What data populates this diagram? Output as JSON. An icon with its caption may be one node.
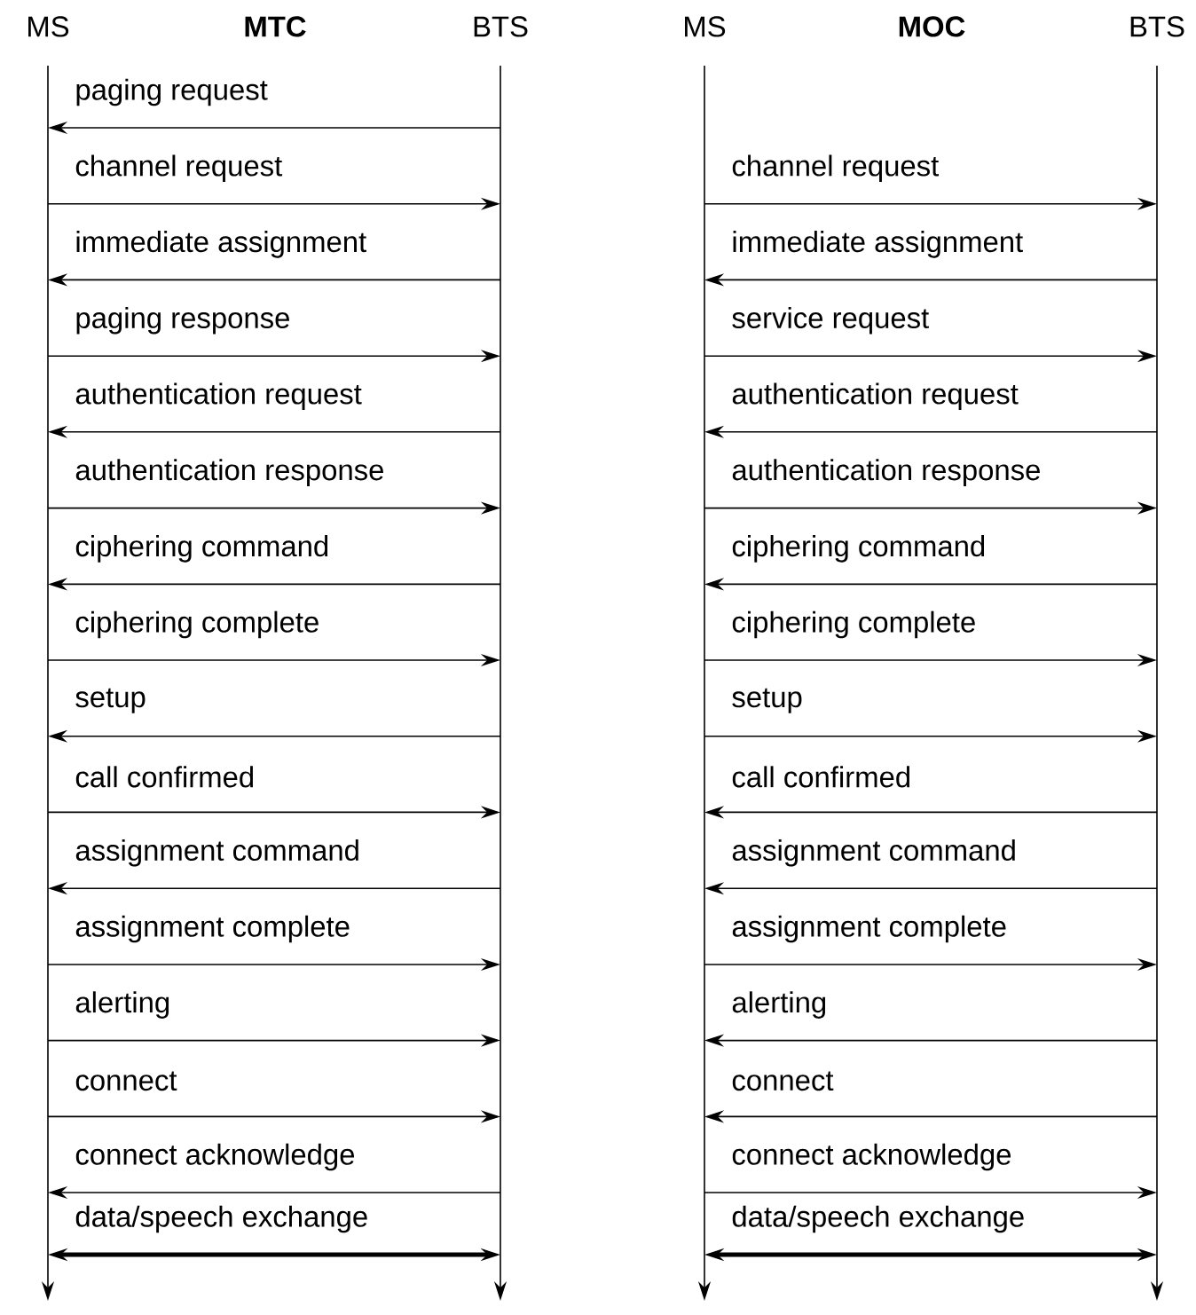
{
  "diagram": {
    "nodes": [
      {
        "text": [
          "MS"
        ]
      },
      {
        "text": [
          "BTS"
        ]
      },
      {
        "text": [
          "MS"
        ]
      },
      {
        "text": [
          "BTS"
        ]
      }
    ],
    "edges": [
      {
        "from": 1,
        "to": 0,
        "arrow": "to",
        "label": "paging request"
      },
      {
        "from": 0,
        "to": 1,
        "arrow": "to",
        "label": "channel request"
      },
      {
        "from": 1,
        "to": 0,
        "arrow": "to",
        "label": "immediate assignment"
      },
      {
        "from": 0,
        "to": 1,
        "arrow": "to",
        "label": "paging response"
      },
      {
        "from": 1,
        "to": 0,
        "arrow": "to",
        "label": "authentication request"
      },
      {
        "from": 0,
        "to": 1,
        "arrow": "to",
        "label": "authentication response"
      },
      {
        "from": 1,
        "to": 0,
        "arrow": "to",
        "label": "ciphering command"
      },
      {
        "from": 0,
        "to": 1,
        "arrow": "to",
        "label": "ciphering complete"
      },
      {
        "from": 1,
        "to": 0,
        "arrow": "to",
        "label": "setup"
      },
      {
        "from": 0,
        "to": 1,
        "arrow": "to",
        "label": "call confirmed"
      },
      {
        "from": 1,
        "to": 0,
        "arrow": "to",
        "label": "assignment command"
      },
      {
        "from": 0,
        "to": 1,
        "arrow": "to",
        "label": "assignment complete"
      },
      {
        "from": 0,
        "to": 1,
        "arrow": "to",
        "label": "alerting"
      },
      {
        "from": 0,
        "to": 1,
        "arrow": "to",
        "label": "connect"
      },
      {
        "from": 1,
        "to": 0,
        "arrow": "to",
        "label": "connect acknowledge"
      },
      {
        "from": 0,
        "to": 1,
        "arrow": "both",
        "label": "data/speech exchange",
        "style": "thick"
      },
      {
        "from": 2,
        "to": 3,
        "arrow": "to",
        "label": "channel request"
      },
      {
        "from": 3,
        "to": 2,
        "arrow": "to",
        "label": "immediate assignment"
      },
      {
        "from": 2,
        "to": 3,
        "arrow": "to",
        "label": "service request"
      },
      {
        "from": 3,
        "to": 2,
        "arrow": "to",
        "label": "authentication request"
      },
      {
        "from": 2,
        "to": 3,
        "arrow": "to",
        "label": "authentication response"
      },
      {
        "from": 3,
        "to": 2,
        "arrow": "to",
        "label": "ciphering command"
      },
      {
        "from": 2,
        "to": 3,
        "arrow": "to",
        "label": "ciphering complete"
      },
      {
        "from": 2,
        "to": 3,
        "arrow": "to",
        "label": "setup"
      },
      {
        "from": 3,
        "to": 2,
        "arrow": "to",
        "label": "call confirmed"
      },
      {
        "from": 3,
        "to": 2,
        "arrow": "to",
        "label": "assignment command"
      },
      {
        "from": 2,
        "to": 3,
        "arrow": "to",
        "label": "assignment complete"
      },
      {
        "from": 3,
        "to": 2,
        "arrow": "to",
        "label": "alerting"
      },
      {
        "from": 3,
        "to": 2,
        "arrow": "to",
        "label": "connect"
      },
      {
        "from": 2,
        "to": 3,
        "arrow": "to",
        "label": "connect acknowledge"
      },
      {
        "from": 2,
        "to": 3,
        "arrow": "both",
        "label": "data/speech exchange",
        "style": "thick"
      }
    ],
    "labels": [
      "MTC",
      "MOC"
    ]
  }
}
